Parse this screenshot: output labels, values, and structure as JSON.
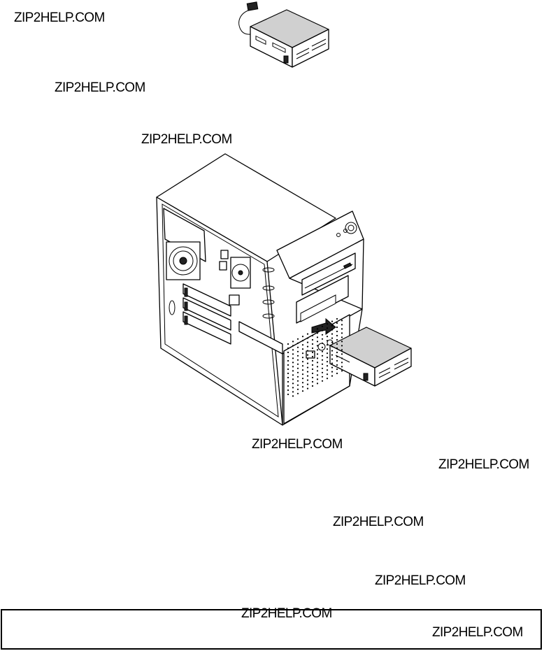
{
  "watermarks": [
    "ZIP2HELP.COM",
    "ZIP2HELP.COM",
    "ZIP2HELP.COM",
    "ZIP2HELP.COM",
    "ZIP2HELP.COM",
    "ZIP2HELP.COM",
    "ZIP2HELP.COM",
    "ZIP2HELP.COM",
    "ZIP2HELP.COM"
  ]
}
